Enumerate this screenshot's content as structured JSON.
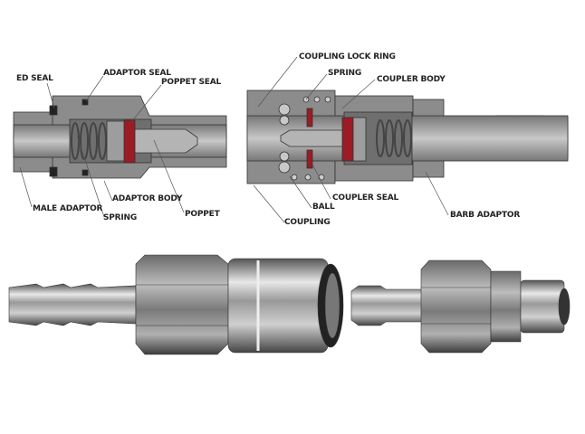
{
  "male_half_labels": {
    "ed_seal": "ED SEAL",
    "adaptor_seal": "ADAPTOR SEAL",
    "poppet_seal": "POPPET SEAL",
    "male_adaptor": "MALE ADAPTOR",
    "spring": "SPRING",
    "adaptor_body": "ADAPTOR BODY",
    "poppet": "POPPET"
  },
  "female_half_labels": {
    "coupling_lock_ring": "COUPLING LOCK RING",
    "spring": "SPRING",
    "coupler_body": "COUPLER BODY",
    "coupler_seal": "COUPLER SEAL",
    "ball": "BALL",
    "coupling": "COUPLING",
    "barb_adaptor": "BARB ADAPTOR"
  },
  "colors": {
    "metal": "#8a8a8a",
    "bore": "#a9a9a9",
    "seal": "#9b1c24",
    "line": "#333333"
  }
}
